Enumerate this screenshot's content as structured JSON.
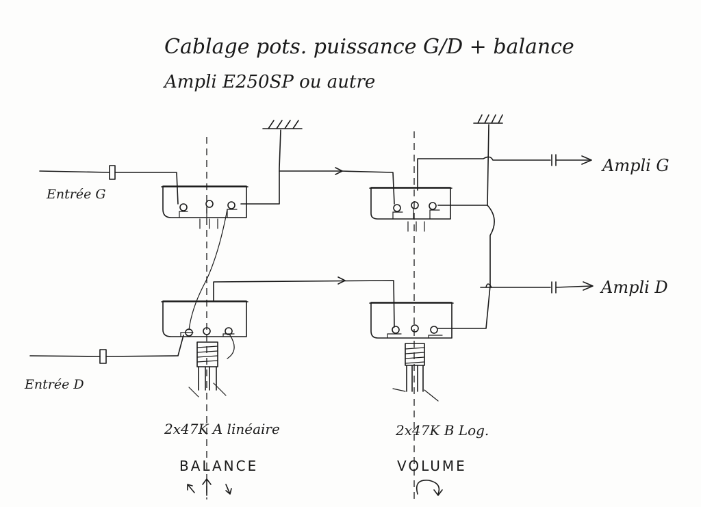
{
  "title": {
    "line1": "Cablage pots. puissance G/D + balance",
    "line2": "Ampli E250SP ou autre"
  },
  "labels": {
    "input_left": "Entrée G",
    "input_right": "Entrée D",
    "output_left": "Ampli G",
    "output_right": "Ampli D",
    "balance_spec": "2x47K A linéaire",
    "volume_spec": "2x47K B Log.",
    "balance_name": "BALANCE",
    "volume_name": "VOLUME"
  },
  "colors": {
    "ink": "#1a1a1a",
    "paper": "#fdfdfc"
  }
}
